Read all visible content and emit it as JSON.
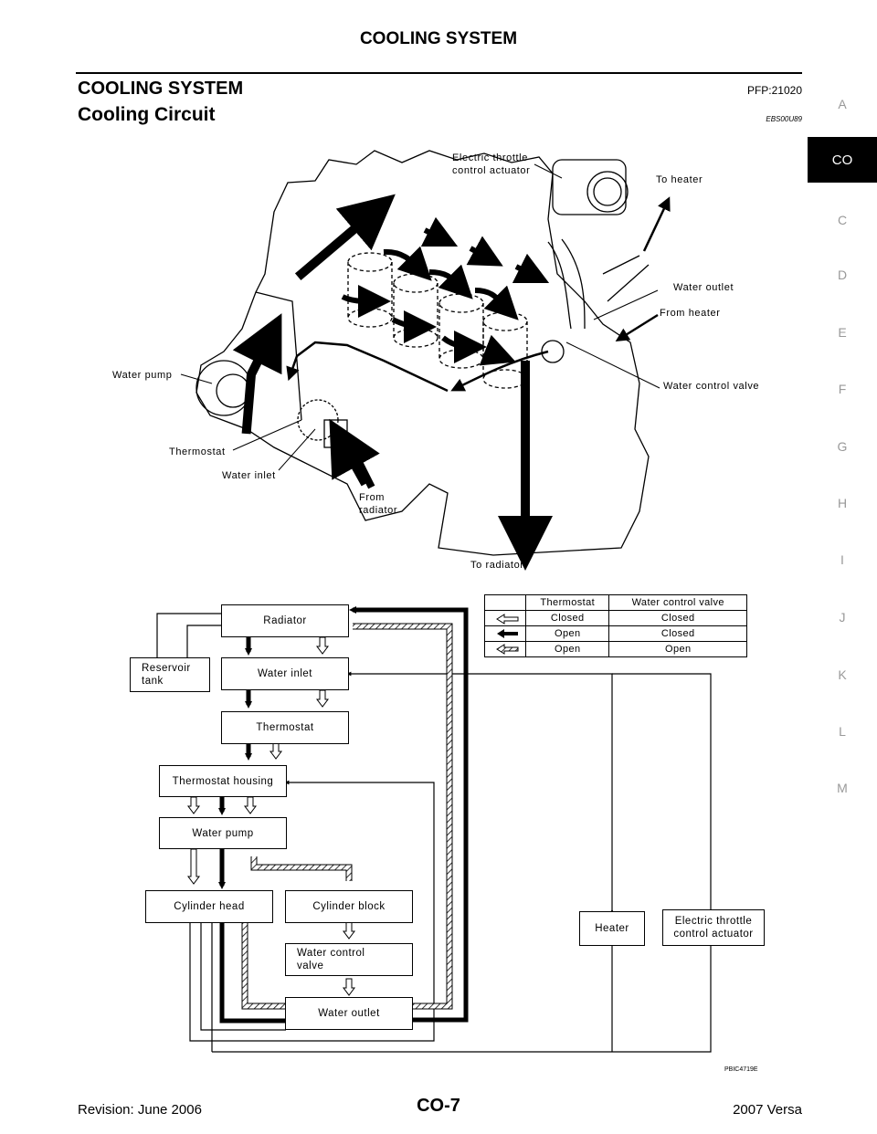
{
  "header": {
    "running_title": "COOLING SYSTEM",
    "section_title": "COOLING SYSTEM",
    "pfp": "PFP:21020",
    "subsection": "Cooling Circuit",
    "code": "EBS00U89"
  },
  "tabs": {
    "items": [
      "A",
      "CO",
      "C",
      "D",
      "E",
      "F",
      "G",
      "H",
      "I",
      "J",
      "K",
      "L",
      "M"
    ],
    "active": "CO"
  },
  "illustration": {
    "labels": {
      "throttle": "Electric throttle\ncontrol actuator",
      "to_heater": "To heater",
      "water_outlet": "Water outlet",
      "from_heater": "From heater",
      "water_pump": "Water pump",
      "water_control_valve": "Water control valve",
      "thermostat": "Thermostat",
      "water_inlet": "Water inlet",
      "from_radiator": "From\nradiator",
      "to_radiator": "To radiator"
    }
  },
  "flowchart": {
    "boxes": {
      "radiator": "Radiator",
      "reservoir": "Reservoir\ntank",
      "water_inlet": "Water inlet",
      "thermostat": "Thermostat",
      "thermostat_housing": "Thermostat housing",
      "water_pump": "Water pump",
      "cylinder_head": "Cylinder head",
      "cylinder_block": "Cylinder block",
      "water_control_valve": "Water control\nvalve",
      "water_outlet": "Water outlet",
      "heater": "Heater",
      "throttle": "Electric throttle\ncontrol actuator"
    },
    "legend": {
      "headers": [
        "Thermostat",
        "Water control valve"
      ],
      "rows": [
        {
          "arrow": "hollow",
          "thermostat": "Closed",
          "valve": "Closed"
        },
        {
          "arrow": "solid",
          "thermostat": "Open",
          "valve": "Closed"
        },
        {
          "arrow": "hatched",
          "thermostat": "Open",
          "valve": "Open"
        }
      ]
    }
  },
  "figure_id": "PBIC4719E",
  "footer": {
    "revision": "Revision: June 2006",
    "page": "CO-7",
    "model": "2007 Versa"
  }
}
